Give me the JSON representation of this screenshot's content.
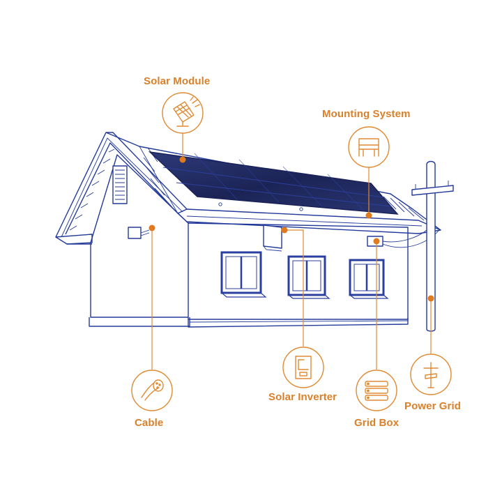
{
  "labels": {
    "solar_module": "Solar Module",
    "mounting_system": "Mounting System",
    "cable": "Cable",
    "solar_inverter": "Solar Inverter",
    "grid_box": "Grid Box",
    "power_grid": "Power Grid"
  },
  "icons": {
    "solar_module": "solar-panel-icon",
    "mounting_system": "mounting-rack-icon",
    "cable": "cable-end-icon",
    "solar_inverter": "inverter-icon",
    "grid_box": "stacked-boxes-icon",
    "power_grid": "power-pole-icon"
  },
  "colors": {
    "accent": "#e08a33",
    "outline": "#233a9a",
    "panel": "#1f2a5c",
    "background": "#ffffff"
  }
}
